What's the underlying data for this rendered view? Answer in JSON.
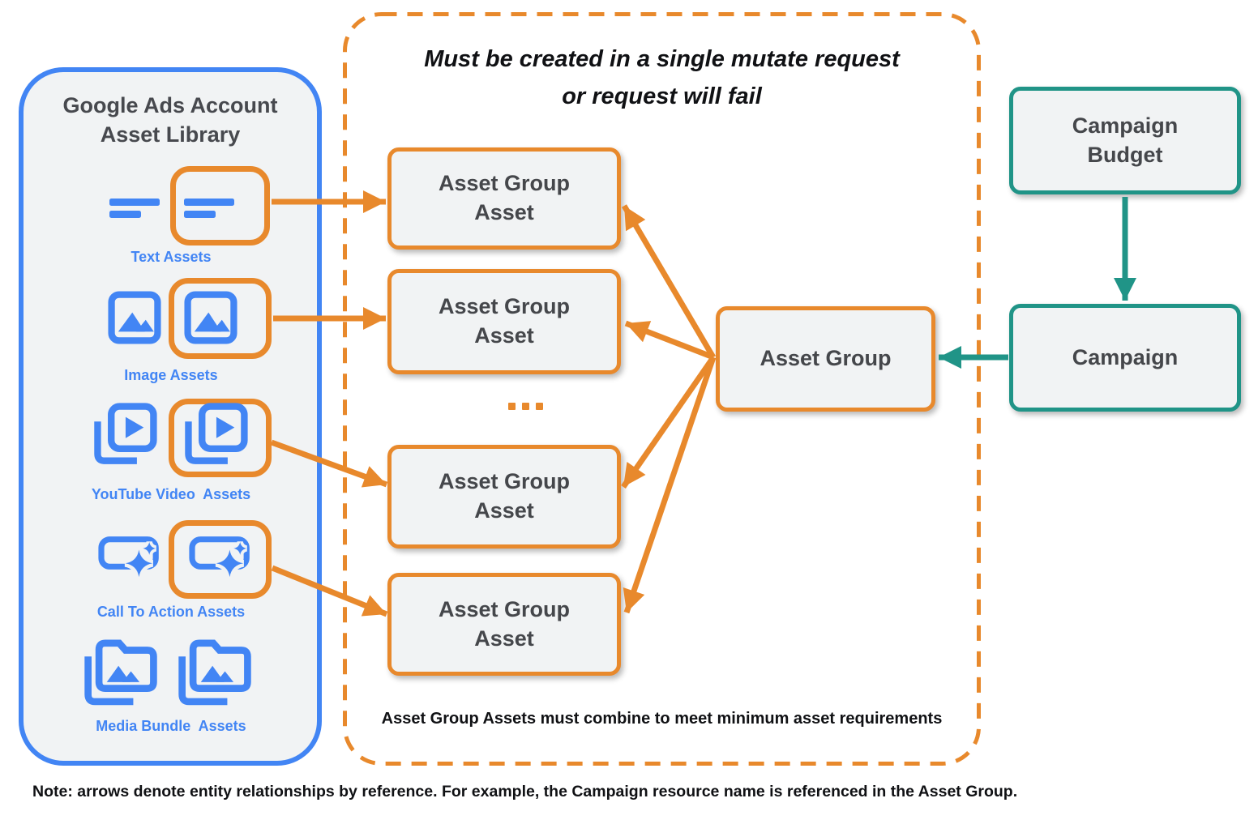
{
  "colors": {
    "blue": "#4285F4",
    "orange": "#E8892C",
    "teal": "#209487",
    "panel_fill": "#F1F3F4",
    "dark_text": "#45474B"
  },
  "asset_library": {
    "title_lines": [
      "Google Ads Account",
      "Asset Library"
    ],
    "rows": [
      {
        "icon": "text-lines-icon",
        "label": "Text Assets"
      },
      {
        "icon": "image-icon",
        "label": "Image Assets"
      },
      {
        "icon": "video-stack-icon",
        "label": "YouTube Video  Assets"
      },
      {
        "icon": "cta-sparkle-icon",
        "label": "Call To Action Assets"
      },
      {
        "icon": "media-bundle-folder-icon",
        "label": "Media Bundle  Assets"
      }
    ]
  },
  "mutate_group": {
    "title_lines": [
      "Must be created in a single mutate request",
      "or request will fail"
    ],
    "asset_group_asset_label": "Asset Group Asset",
    "asset_group_label": "Asset Group",
    "footnote": "Asset Group Assets must combine to meet minimum asset requirements"
  },
  "campaign_chain": {
    "budget_label": "Campaign Budget",
    "campaign_label": "Campaign"
  },
  "note": "Note: arrows denote entity relationships by reference. For example, the Campaign resource name is referenced in the Asset Group."
}
